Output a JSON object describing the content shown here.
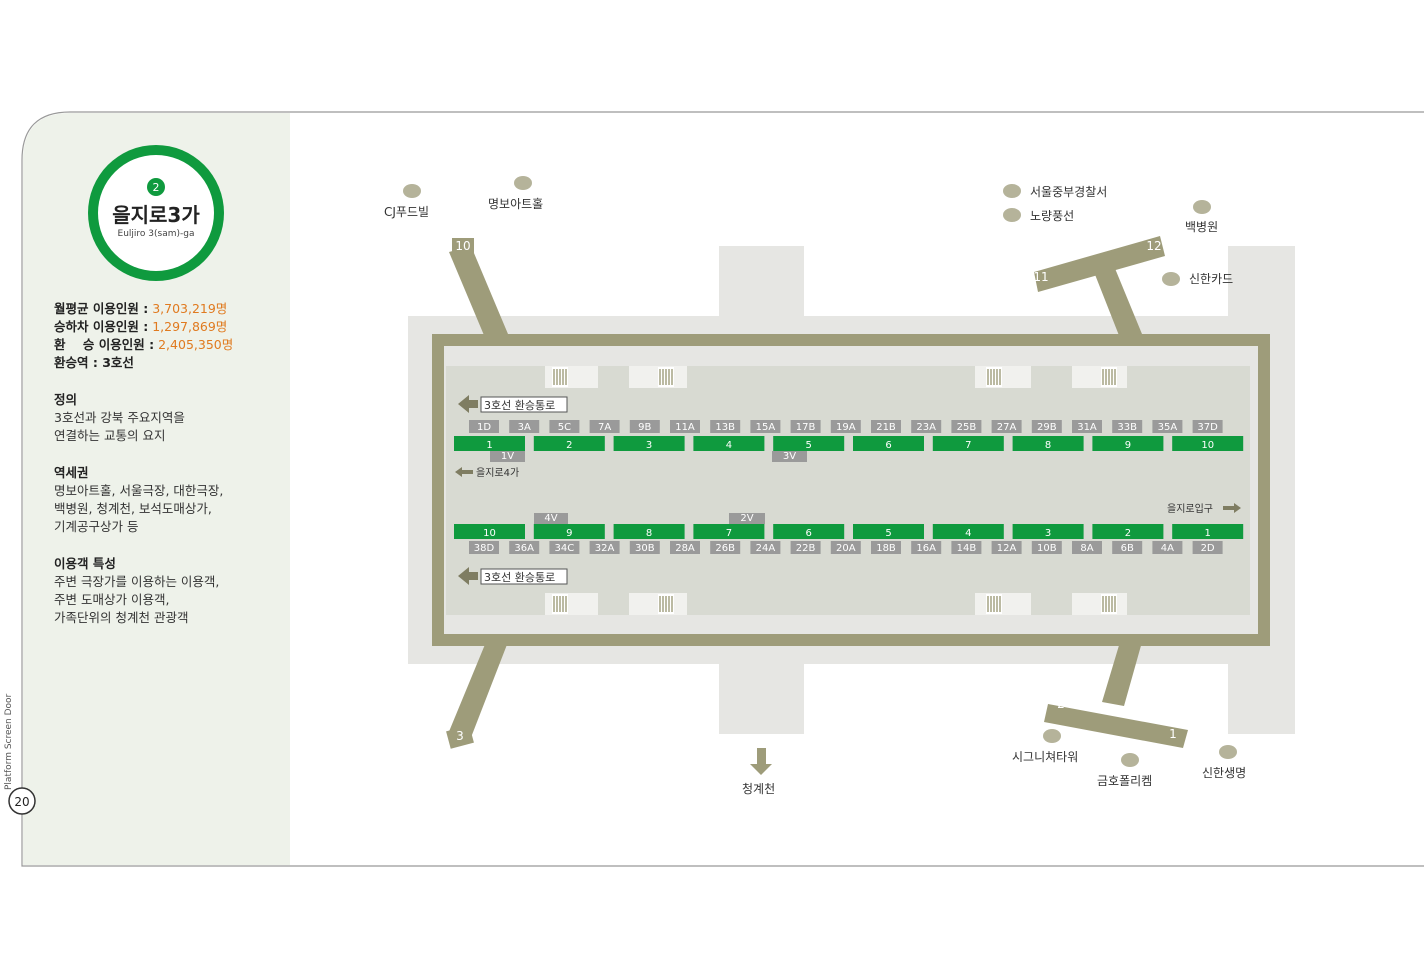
{
  "station": {
    "line_number": "2",
    "name_ko": "을지로3가",
    "name_en": "Euljiro 3(sam)-ga"
  },
  "stats": [
    {
      "label": "월평균 이용인원 :",
      "value": "3,703,219명"
    },
    {
      "label": "승하차 이용인원 :",
      "value": "1,297,869명"
    },
    {
      "label": "환    승 이용인원 :",
      "value": "2,405,350명"
    },
    {
      "label": "환승역 : 3호선",
      "value": ""
    }
  ],
  "sections": [
    {
      "title": "정의",
      "lines": [
        "3호선과 강북 주요지역을",
        "연결하는 교통의 요지"
      ]
    },
    {
      "title": "역세권",
      "lines": [
        "명보아트홀, 서울극장, 대한극장,",
        "백병원, 청계천, 보석도매상가,",
        "기계공구상가 등"
      ]
    },
    {
      "title": "이용객 특성",
      "lines": [
        "주변 극장가를 이용하는 이용객,",
        "주변 도매상가 이용객,",
        "가족단위의 청계천 관광객"
      ]
    }
  ],
  "footer": {
    "page_number": "20",
    "series": "Platform Screen Door"
  },
  "landmarks": {
    "cj": "CJ푸드빌",
    "myungbo": "명보아트홀",
    "police": "서울중부경찰서",
    "noryang": "노량풍선",
    "baek": "백병원",
    "shinhan_card": "신한카드",
    "signature": "시그니쳐타워",
    "kumho": "금호폴리켐",
    "shinhan_life": "신한생명",
    "cheonggye": "청계천"
  },
  "exits": [
    "10",
    "12",
    "11",
    "3",
    "2",
    "1"
  ],
  "transfer_label": "3호선 환승통로",
  "dir_left": "을지로4가",
  "dir_right": "을지로입구",
  "top_doors_upper": [
    "1D",
    "3A",
    "5C",
    "7A",
    "9B",
    "11A",
    "13B",
    "15A",
    "17B",
    "19A",
    "21B",
    "23A",
    "25B",
    "27A",
    "29B",
    "31A",
    "33B",
    "35A",
    "37D"
  ],
  "top_cars": [
    "1",
    "2",
    "3",
    "4",
    "5",
    "6",
    "7",
    "8",
    "9",
    "10"
  ],
  "top_extra": [
    "1V",
    "3V"
  ],
  "bottom_extra": [
    "4V",
    "2V"
  ],
  "bottom_cars": [
    "10",
    "9",
    "8",
    "7",
    "6",
    "5",
    "4",
    "3",
    "2",
    "1"
  ],
  "bottom_doors": [
    "38D",
    "36A",
    "34C",
    "32A",
    "30B",
    "28A",
    "26B",
    "24A",
    "22B",
    "20A",
    "18B",
    "16A",
    "14B",
    "12A",
    "10B",
    "8A",
    "6B",
    "4A",
    "2D"
  ],
  "colors": {
    "green": "#0f9a3e",
    "olive": "#9e9c7a",
    "gray": "#9a9a9a",
    "concourse": "#e6e6e3",
    "platform": "#d8dad2",
    "panel": "#eef2ea"
  }
}
